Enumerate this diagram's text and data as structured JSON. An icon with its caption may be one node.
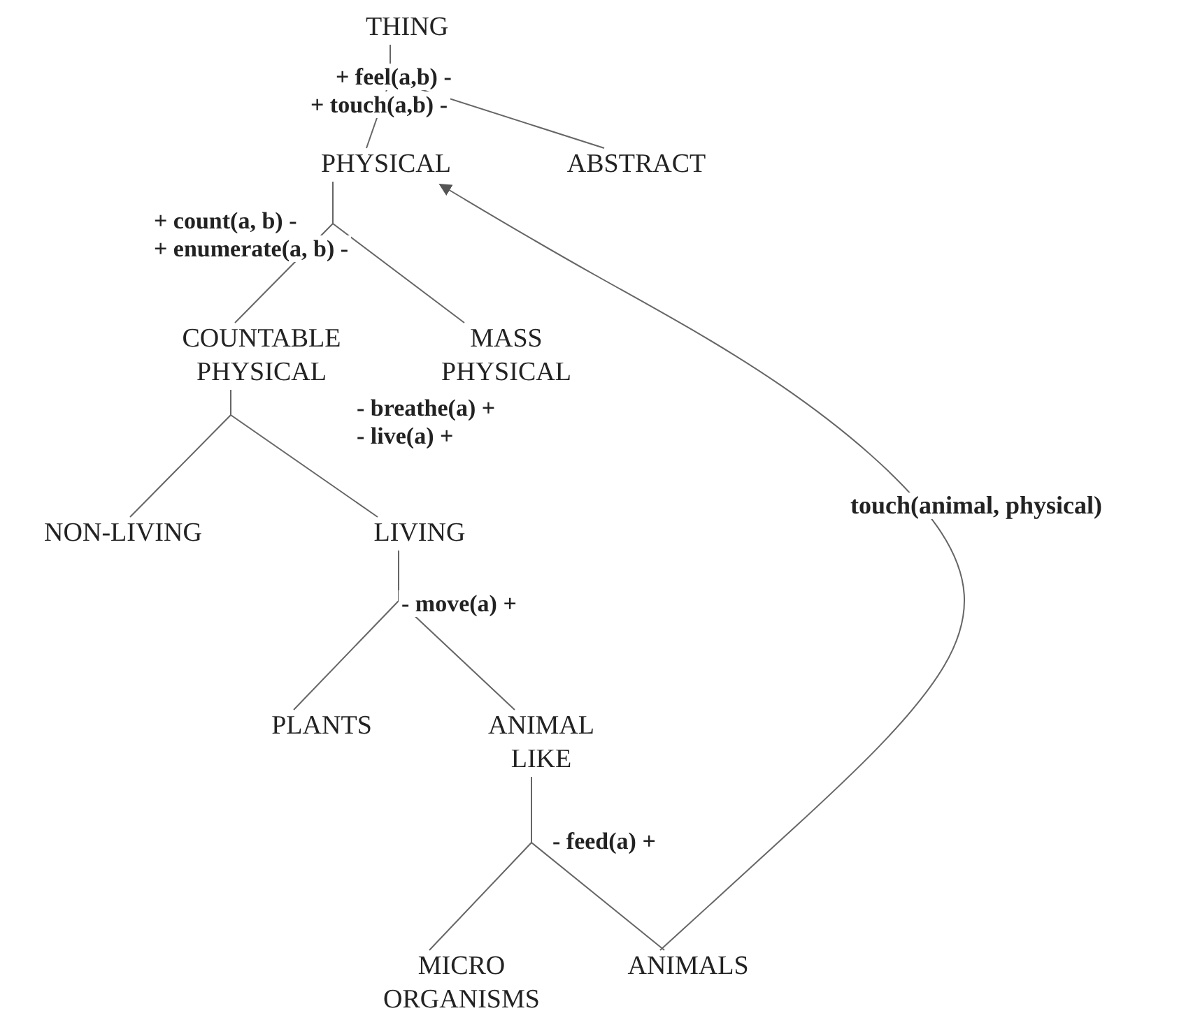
{
  "diagram": {
    "nodes": [
      {
        "text": [
          "THING"
        ]
      },
      {
        "text": [
          "PHYSICAL"
        ]
      },
      {
        "text": [
          "ABSTRACT"
        ]
      },
      {
        "text": [
          "COUNTABLE PHYSICAL"
        ]
      },
      {
        "text": [
          "MASS PHYSICAL"
        ]
      },
      {
        "text": [
          "NON-LIVING"
        ]
      },
      {
        "text": [
          "LIVING"
        ]
      },
      {
        "text": [
          "PLANTS"
        ]
      },
      {
        "text": [
          "ANIMAL LIKE"
        ]
      },
      {
        "text": [
          "MICRO ORGANISMS"
        ]
      },
      {
        "text": [
          "ANIMALS"
        ]
      }
    ],
    "edges": [
      {
        "from": 0,
        "to": 1,
        "arrow": "none"
      },
      {
        "from": 0,
        "to": 2,
        "arrow": "none"
      },
      {
        "from": 1,
        "to": 3,
        "arrow": "none"
      },
      {
        "from": 1,
        "to": 4,
        "arrow": "none"
      },
      {
        "from": 3,
        "to": 5,
        "arrow": "none"
      },
      {
        "from": 3,
        "to": 6,
        "arrow": "none"
      },
      {
        "from": 6,
        "to": 7,
        "arrow": "none"
      },
      {
        "from": 6,
        "to": 8,
        "arrow": "none"
      },
      {
        "from": 8,
        "to": 9,
        "arrow": "none"
      },
      {
        "from": 8,
        "to": 10,
        "arrow": "none"
      },
      {
        "from": 10,
        "to": 1,
        "arrow": "to",
        "label": "touch(animal, physical)"
      }
    ],
    "labels": [
      "+ feel(a,b) -",
      "+ touch(a,b) -",
      "+ count(a, b) -",
      "+ enumerate(a, b) -",
      "- breathe(a) +",
      "- live(a) +",
      "- move(a) +",
      "- feed(a) +"
    ]
  }
}
